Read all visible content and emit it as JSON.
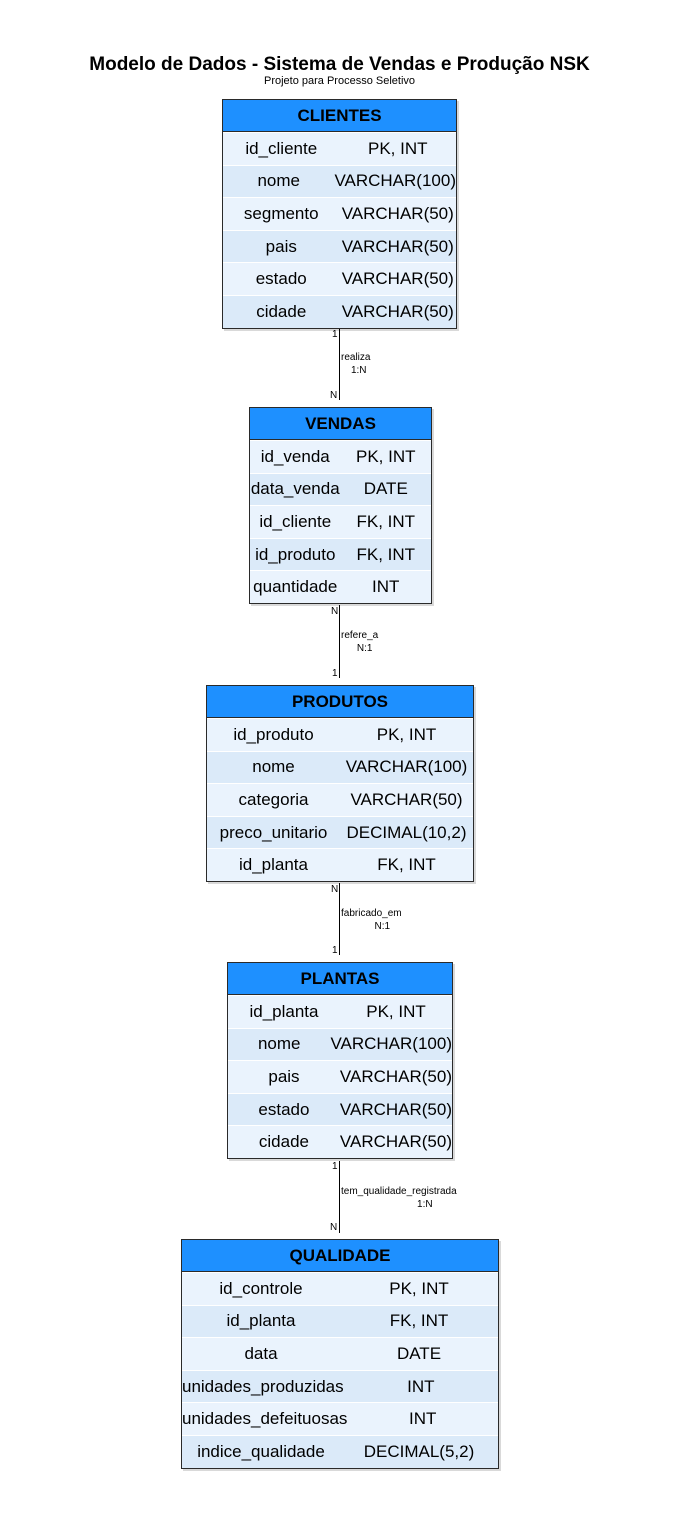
{
  "diagram": {
    "title": "Modelo de Dados - Sistema de Vendas e Produção NSK",
    "subtitle": "Projeto para Processo Seletivo"
  },
  "entities": {
    "clientes": {
      "name": "CLIENTES",
      "attributes": [
        {
          "name": "id_cliente",
          "type": "PK, INT"
        },
        {
          "name": "nome",
          "type": "VARCHAR(100)"
        },
        {
          "name": "segmento",
          "type": "VARCHAR(50)"
        },
        {
          "name": "pais",
          "type": "VARCHAR(50)"
        },
        {
          "name": "estado",
          "type": "VARCHAR(50)"
        },
        {
          "name": "cidade",
          "type": "VARCHAR(50)"
        }
      ]
    },
    "vendas": {
      "name": "VENDAS",
      "attributes": [
        {
          "name": "id_venda",
          "type": "PK, INT"
        },
        {
          "name": "data_venda",
          "type": "DATE"
        },
        {
          "name": "id_cliente",
          "type": "FK, INT"
        },
        {
          "name": "id_produto",
          "type": "FK, INT"
        },
        {
          "name": "quantidade",
          "type": "INT"
        }
      ]
    },
    "produtos": {
      "name": "PRODUTOS",
      "attributes": [
        {
          "name": "id_produto",
          "type": "PK, INT"
        },
        {
          "name": "nome",
          "type": "VARCHAR(100)"
        },
        {
          "name": "categoria",
          "type": "VARCHAR(50)"
        },
        {
          "name": "preco_unitario",
          "type": "DECIMAL(10,2)"
        },
        {
          "name": "id_planta",
          "type": "FK, INT"
        }
      ]
    },
    "plantas": {
      "name": "PLANTAS",
      "attributes": [
        {
          "name": "id_planta",
          "type": "PK, INT"
        },
        {
          "name": "nome",
          "type": "VARCHAR(100)"
        },
        {
          "name": "pais",
          "type": "VARCHAR(50)"
        },
        {
          "name": "estado",
          "type": "VARCHAR(50)"
        },
        {
          "name": "cidade",
          "type": "VARCHAR(50)"
        }
      ]
    },
    "qualidade": {
      "name": "QUALIDADE",
      "attributes": [
        {
          "name": "id_controle",
          "type": "PK, INT"
        },
        {
          "name": "id_planta",
          "type": "FK, INT"
        },
        {
          "name": "data",
          "type": "DATE"
        },
        {
          "name": "unidades_produzidas",
          "type": "INT"
        },
        {
          "name": "unidades_defeituosas",
          "type": "INT"
        },
        {
          "name": "indice_qualidade",
          "type": "DECIMAL(5,2)"
        }
      ]
    }
  },
  "relationships": [
    {
      "label": "realiza",
      "cardinality": "1:N",
      "from_end": "1",
      "to_end": "N"
    },
    {
      "label": "refere_a",
      "cardinality": "N:1",
      "from_end": "N",
      "to_end": "1"
    },
    {
      "label": "fabricado_em",
      "cardinality": "N:1",
      "from_end": "N",
      "to_end": "1"
    },
    {
      "label": "tem_qualidade_registrada",
      "cardinality": "1:N",
      "from_end": "1",
      "to_end": "N"
    }
  ]
}
